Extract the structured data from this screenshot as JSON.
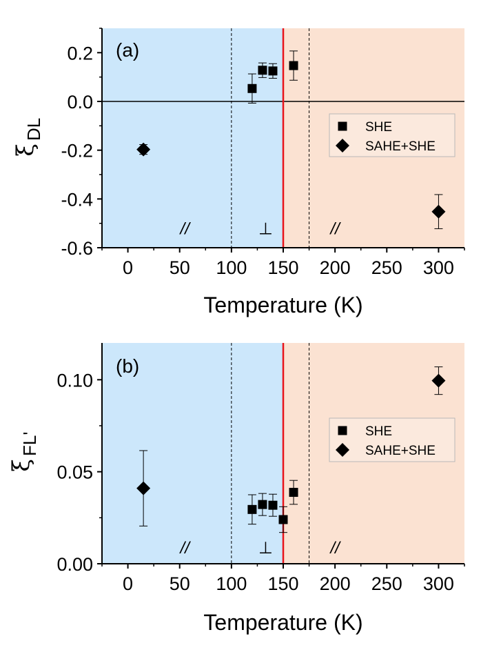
{
  "chart_data": [
    {
      "type": "scatter",
      "panel_label": "(a)",
      "xlabel": "Temperature (K)",
      "ylabel_symbol": "ξ",
      "ylabel_subscript": "DL",
      "xlim": [
        -25,
        325
      ],
      "ylim": [
        -0.6,
        0.3
      ],
      "xticks": [
        0,
        50,
        100,
        150,
        200,
        250,
        300
      ],
      "xtick_labels": [
        "0",
        "50",
        "100",
        "150",
        "200",
        "250",
        "300"
      ],
      "yticks": [
        -0.6,
        -0.4,
        -0.2,
        0.0,
        0.2
      ],
      "ytick_labels": [
        "-0.6",
        "-0.4",
        "-0.2",
        "0.0",
        "0.2"
      ],
      "zero_line": true,
      "regions": [
        {
          "x_from": -25,
          "x_to": 150,
          "color": "#cce7fb"
        },
        {
          "x_from": 150,
          "x_to": 325,
          "color": "#fbe2d2"
        }
      ],
      "red_line_x": 150,
      "dashed_lines_x": [
        100,
        175
      ],
      "region_labels": [
        {
          "text": "//",
          "x": 55,
          "y": -0.52
        },
        {
          "text": "⊥",
          "x": 133,
          "y": -0.52
        },
        {
          "text": "//",
          "x": 200,
          "y": -0.52
        }
      ],
      "legend_position": "right",
      "series": [
        {
          "name": "SHE",
          "marker": "square",
          "points": [
            {
              "x": 120,
              "y": 0.053,
              "err": 0.06
            },
            {
              "x": 130,
              "y": 0.128,
              "err": 0.03
            },
            {
              "x": 140,
              "y": 0.125,
              "err": 0.03
            },
            {
              "x": 160,
              "y": 0.147,
              "err": 0.06
            }
          ]
        },
        {
          "name": "SAHE+SHE",
          "marker": "diamond",
          "points": [
            {
              "x": 15,
              "y": -0.197,
              "err": 0.02
            },
            {
              "x": 300,
              "y": -0.452,
              "err": 0.07
            }
          ]
        }
      ]
    },
    {
      "type": "scatter",
      "panel_label": "(b)",
      "xlabel": "Temperature (K)",
      "ylabel_symbol": "ξ",
      "ylabel_subscript": "FL'",
      "xlim": [
        -25,
        325
      ],
      "ylim": [
        0.0,
        0.12
      ],
      "xticks": [
        0,
        50,
        100,
        150,
        200,
        250,
        300
      ],
      "xtick_labels": [
        "0",
        "50",
        "100",
        "150",
        "200",
        "250",
        "300"
      ],
      "yticks": [
        0.0,
        0.05,
        0.1
      ],
      "ytick_labels": [
        "0.00",
        "0.05",
        "0.10"
      ],
      "zero_line": false,
      "regions": [
        {
          "x_from": -25,
          "x_to": 150,
          "color": "#cce7fb"
        },
        {
          "x_from": 150,
          "x_to": 325,
          "color": "#fbe2d2"
        }
      ],
      "red_line_x": 150,
      "dashed_lines_x": [
        100,
        175
      ],
      "region_labels": [
        {
          "text": "//",
          "x": 55,
          "y": 0.009
        },
        {
          "text": "⊥",
          "x": 133,
          "y": 0.009
        },
        {
          "text": "//",
          "x": 200,
          "y": 0.009
        }
      ],
      "legend_position": "right",
      "series": [
        {
          "name": "SHE",
          "marker": "square",
          "points": [
            {
              "x": 120,
              "y": 0.0295,
              "err": 0.008
            },
            {
              "x": 130,
              "y": 0.0322,
              "err": 0.006
            },
            {
              "x": 140,
              "y": 0.0318,
              "err": 0.006
            },
            {
              "x": 150,
              "y": 0.024,
              "err": 0.007
            },
            {
              "x": 160,
              "y": 0.0388,
              "err": 0.0065
            }
          ]
        },
        {
          "name": "SAHE+SHE",
          "marker": "diamond",
          "points": [
            {
              "x": 15,
              "y": 0.041,
              "err": 0.0205
            },
            {
              "x": 300,
              "y": 0.0995,
              "err": 0.0075
            }
          ]
        }
      ]
    }
  ]
}
